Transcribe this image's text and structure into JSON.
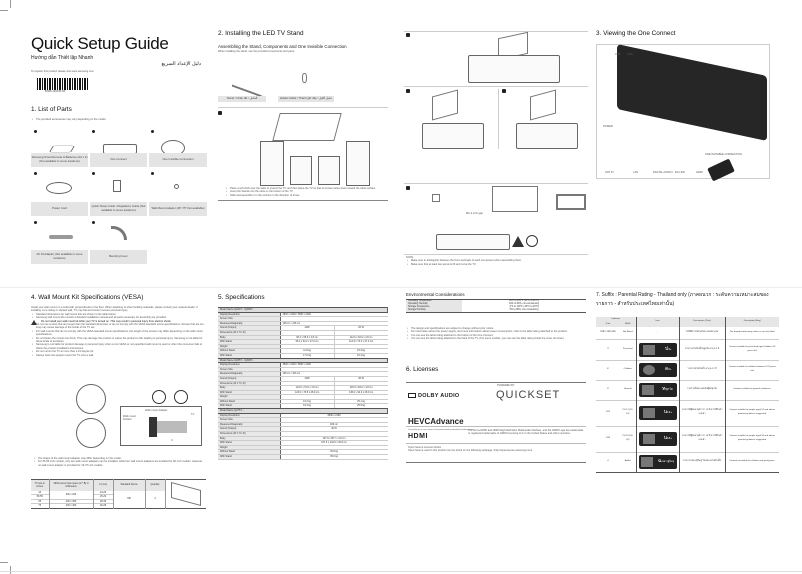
{
  "cover": {
    "title": "Quick Setup Guide",
    "subtitle_vi": "Hướng dẫn Thiết lập Nhanh",
    "subtitle_ar": "دليل الإعداد السريع",
    "register_text": "To register this product please visit www.samsung.com",
    "barcode_text": "BN68-13034P-08"
  },
  "section1": {
    "heading": "1. List of Parts",
    "note": "The provided accessories may vary depending on the model.",
    "parts": [
      {
        "label": "Samsung Smart Remote & Batteries (AA x 2) (Not available in some locations)"
      },
      {
        "label": "One Connect"
      },
      {
        "label": "One Invisible Connection"
      },
      {
        "label": "Power Cord"
      },
      {
        "label": "Quick Setup Guide / Regulatory Guide (Not available in some locations)"
      },
      {
        "label": "Wall Mount Adapter (49\"-75\" Not available)"
      },
      {
        "label": "AV IN Adapter (Not available in some locations)"
      },
      {
        "label": "Bending Cover"
      }
    ]
  },
  "section2": {
    "heading": "2. Installing the LED TV Stand",
    "subheading": "Assembling the Stand, Components and One Invisible Connection",
    "intro": "When installing the stand, use the provided components and parts.",
    "parts": [
      {
        "label": "Stand / Chân đế / الحامل"
      },
      {
        "label": "Holder-Cable / Thanh giữ dây / حامل الكبل"
      }
    ],
    "step_labels": [
      "1",
      "2",
      "3",
      "4",
      "5"
    ],
    "step1_notes": [
      "Place a soft cloth over the table to protect the TV, and then place the TV so that its screen faces down toward the table surface.",
      "Insert the Stands into the slots on the bottom of the TV.",
      "Slide and assemble it in the end line in the direction of arrow."
    ],
    "step5_wall_label": "Min 4 inch gap",
    "note_heading": "NOTE",
    "notes": [
      "Make sure to distinguish between the front and back of each component when assembling them.",
      "Make sure that at least two persons lift and move the TV."
    ]
  },
  "section3": {
    "heading": "3. Viewing the One Connect",
    "port_labels": [
      "USB",
      "HDD",
      "POWER",
      "ANT IN",
      "LAN",
      "DIGITAL AUDIO OUT (OPTICAL)",
      "EX-LINK",
      "HDMI",
      "ONE INVISIBLE CONNECTION"
    ]
  },
  "section4": {
    "heading": "4. Wall Mount Kit Specifications (VESA)",
    "intro": "Install your wall mount on a solid wall, perpendicular to the floor. When attaching to other building materials, please contact your nearest dealer. If installing on a ceiling or slanted wall, TV may fall and result in severe personal injury.",
    "bullets": [
      "Standard dimensions for wall mount kits are shown in the table below.",
      "Samsung wall mount kits contain a detailed installation manual and all parts necessary for assembly are provided."
    ],
    "warning": "Do not install your wall mount kit while your TV is turned on. This may result in personal injury from electric shock.",
    "bullets2": [
      "Do not use screws that are longer than the standard dimension or do not comply with the VESA standard screw specifications. Screws that are too long may cause damage to the inside of the TV set.",
      "For wall mounts that do not comply with the VESA standard screw specifications, the length of the screws may differ depending on the wall mount specifications.",
      "Do not fasten the screws too firmly. This may damage the product or cause the product to fall, leading to personal injury. Samsung is not liable for these kinds of accidents.",
      "Samsung is not liable for product damage or personal injury when a non-VESA or non-specified wall mount is used or when the consumer fails to follow the product installation instructions.",
      "Do not mount the TV at more than a 15 degree tilt.",
      "Always have two people mount the TV onto a wall."
    ],
    "diagram_labels": {
      "adapter": "Wall mount Adapter",
      "bracket": "Wall mount bracket",
      "tv": "TV",
      "c": "C"
    },
    "after_notes": [
      "The shape of the wall mount adapter may differ depending on the model.",
      "For 55-65 inch models, only two wall mount adapters can be installed, while four wall mount adapters are installed for 82 inch models. However, no wall mount adapter is provided for 43-75 inch models."
    ],
    "table": {
      "headers": [
        "TV size in inches",
        "VESA screw hole specs (A * B) in millimeters",
        "C (mm)",
        "Standard Screw",
        "Quantity"
      ],
      "rows": [
        [
          "43",
          "200 x 200",
          "24-26"
        ],
        [
          "50-55",
          "",
          "25-29"
        ],
        [
          "65",
          "400 x 300",
          "28-36"
        ],
        [
          "75",
          "400 x 400",
          "26-28"
        ]
      ],
      "screw": "M8",
      "quantity": "4",
      "diagram_labels": [
        "A",
        "B"
      ]
    }
  },
  "section5": {
    "heading": "5. Specifications",
    "blocks": [
      {
        "model": "Model Name QA43T..../QA50T....",
        "rows": [
          [
            "Display Resolution",
            "3840 x 2160 / 3840 x 2160",
            ""
          ],
          [
            "Screen Size",
            "",
            ""
          ],
          [
            "Measured Diagonally",
            "108 cm / 125 cm",
            ""
          ],
          [
            "Sound (Output)",
            "20W",
            "20 W"
          ],
          [
            "Dimensions (W x H x D)",
            "",
            ""
          ],
          [
            "Body",
            "96.4 x 55.9 x 4.8 cm",
            "112.9 x 64.9 x 4.8 cm"
          ],
          [
            "With Stand",
            "96.4 x 64.2 x 27.0 cm",
            "112.9 x 73.4 x 27.0 cm"
          ],
          [
            "Weight",
            "",
            ""
          ],
          [
            "Without Stand",
            "11.8 kg",
            "15.3 kg"
          ],
          [
            "With Stand",
            "17.0 kg",
            "16.4 kg"
          ]
        ]
      },
      {
        "model": "Model Name QA55T..../QA65T....",
        "rows": [
          [
            "Display Resolution",
            "3840 x 2160 / 3840 x 2160",
            ""
          ],
          [
            "Screen Size",
            "",
            ""
          ],
          [
            "Measured Diagonally",
            "138 cm / 163 cm",
            ""
          ],
          [
            "Sound (Output)",
            "40W",
            "40 W"
          ],
          [
            "Dimensions (W x H x D)",
            "",
            ""
          ],
          [
            "Body",
            "123.0 x 70.6 x 4.8 cm",
            "145.0 x 83.0 x 4.8 cm"
          ],
          [
            "With Stand",
            "123.0 x 79.5 x 28.9 cm",
            "145.0 x 92.0 x 28.9 cm"
          ],
          [
            "Weight",
            "",
            ""
          ],
          [
            "Without Stand",
            "19.2 kg",
            "25.1 kg"
          ],
          [
            "With Stand",
            "19.4 kg",
            "25.5 kg"
          ]
        ]
      },
      {
        "model": "Model Name QA75T....",
        "rows": [
          [
            "Display Resolution",
            "3840 x 2160",
            ""
          ],
          [
            "Screen Size",
            "",
            ""
          ],
          [
            "Measured Diagonally",
            "189 cm",
            ""
          ],
          [
            "Sound (Output)",
            "40 W",
            ""
          ],
          [
            "Dimensions (W x H x D)",
            "",
            ""
          ],
          [
            "Body",
            "167.9 x 95.7 x 4.8 cm",
            ""
          ],
          [
            "With Stand",
            "167.9 x 104.6 x 30.8 cm",
            ""
          ],
          [
            "Weight",
            "",
            ""
          ],
          [
            "Without Stand",
            "34.8 kg",
            ""
          ],
          [
            "With Stand",
            "35.0 kg",
            ""
          ]
        ]
      }
    ]
  },
  "env": {
    "heading": "Environmental Considerations",
    "rows": [
      [
        "Operating Temperature",
        "50°F to 104°F (10°C to 40°C)"
      ],
      [
        "Operating Humidity",
        "10% to 80%, non-condensing"
      ],
      [
        "Storage Temperature",
        "-4°F to 113°F (-20°C to 45°C)"
      ],
      [
        "Storage Humidity",
        "5% to 95%, non-condensing"
      ]
    ],
    "notes": [
      "The design and specifications are subject to change without prior notice.",
      "For information about the power supply, and more information about power consumption, refer to the label rating attached to the product.",
      "You can see the label rating attached to the bottom of the One Connect.",
      "You can see the label rating attached to the back of the TV. (For some models, you can see the label rating inside the cover terminal.)"
    ]
  },
  "section6": {
    "heading": "6. Licenses",
    "dolby": "DOLBY AUDIO",
    "quickset_small": "POWERED BY",
    "quickset": "QUICKSET",
    "hevc": "HEVCAdvance",
    "hevc_sub": "Covered by one or more claims of the patents listed at patentlist.hevcadvance.com",
    "hdmi": "HDMI",
    "hdmi_text": "The terms HDMI and HDMI High-Definition Multimedia Interface, and the HDMI Logo are trademarks or registered trademarks of HDMI Licensing LLC in the United States and other countries.",
    "oss_title": "Open Source License Notice",
    "oss_text": "Open Source used in this product can be found on the following webpage. (http://opensource.samsung.com)"
  },
  "section7": {
    "heading": "7. Suffix : Parental Rating - Thailand only (ภาคผนวก : ระดับความเหมาะสมของรายการ - สำหรับประเทศไทยเท่านั้น)",
    "headers": {
      "indicator": "Indicator",
      "print": "Print",
      "emsi": "EMSI",
      "icon": "Icon",
      "desc_thai": "Description (Thai)",
      "desc_eng": "Description (Eng)"
    },
    "rows": [
      {
        "print": "ไม่มีการจัดระดับ",
        "emsi": "Not Rated",
        "icon": "-",
        "icon_char": "",
        "icon_sub": "",
        "thai": "ไม่ได้มีการจัดระดับความเหมาะสม",
        "eng": "The broadcasted rating values is not classified."
      },
      {
        "print": "ป",
        "emsi": "Preschool",
        "icon": "preschool-icon",
        "icon_char": "ป",
        "icon_sub": "3+",
        "thai": "รายการสำหรับเด็กปฐมวัย อายุ 3-5 ปี",
        "eng": "Content suitable for preschool aged children 3-5 years old."
      },
      {
        "print": "ด",
        "emsi": "Children",
        "icon": "children-icon",
        "icon_char": "ด",
        "icon_sub": "6+",
        "thai": "รายการสำหรับเด็ก อายุ 6-12 ปี",
        "eng": "Content suitable for children between 6-12 years old."
      },
      {
        "print": "ท",
        "emsi": "General",
        "icon": "general-icon",
        "icon_char": "ท",
        "icon_sub": "ทุกวัย",
        "thai": "รายการที่เหมาะสมกับผู้ชมทุกวัย",
        "eng": "Content suitable for general audiences."
      },
      {
        "print": "น13",
        "emsi": "PG 13 (13-18)",
        "icon": "pg13-icon",
        "icon_char": "น",
        "icon_sub": "13+",
        "thai": "รายการที่ผู้ชมอายุต่ำกว่า 13 ปี ควรได้รับคำแนะนำ",
        "eng": "Content suitable for people aged 13 and above; parental guidance suggested."
      },
      {
        "print": "น18",
        "emsi": "PG 18 (18-20)",
        "icon": "pg18-icon",
        "icon_char": "น",
        "icon_sub": "18+",
        "thai": "รายการที่ผู้ชมอายุต่ำกว่า 18 ปี ควรได้รับคำแนะนำ",
        "eng": "Content suitable for people aged 18 and above; parental guidance suggested."
      },
      {
        "print": "ฉ",
        "emsi": "Adults",
        "icon": "adults-icon",
        "icon_char": "ฉ",
        "icon_sub": "เฉพาะผู้ใหญ่",
        "thai": "รายการเฉพาะผู้ใหญ่ ไม่เหมาะสำหรับเด็ก",
        "eng": "Content unsuitable for children and youngsters."
      }
    ]
  }
}
